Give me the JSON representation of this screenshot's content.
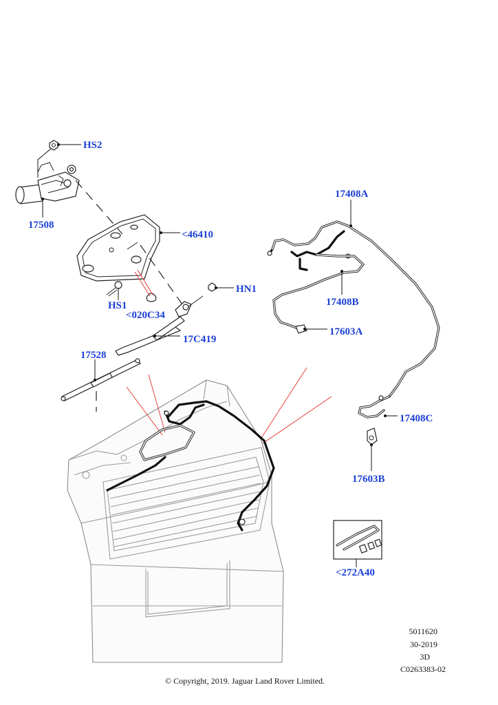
{
  "callouts": {
    "hs2": "HS2",
    "p17508": "17508",
    "p46410": "<46410",
    "hs1": "HS1",
    "p020c34": "<020C34",
    "hn1": "HN1",
    "p17c419": "17C419",
    "p17528": "17528",
    "p17408a": "17408A",
    "p17408b": "17408B",
    "p17603a": "17603A",
    "p17408c": "17408C",
    "p17603b": "17603B",
    "p272a40": "<272A40"
  },
  "meta": {
    "line1": "5011620",
    "line2": "30-2019",
    "line3": "3D",
    "line4": "C0263383-02"
  },
  "copyright": "© Copyright, 2019. Jaguar Land Rover Limited."
}
